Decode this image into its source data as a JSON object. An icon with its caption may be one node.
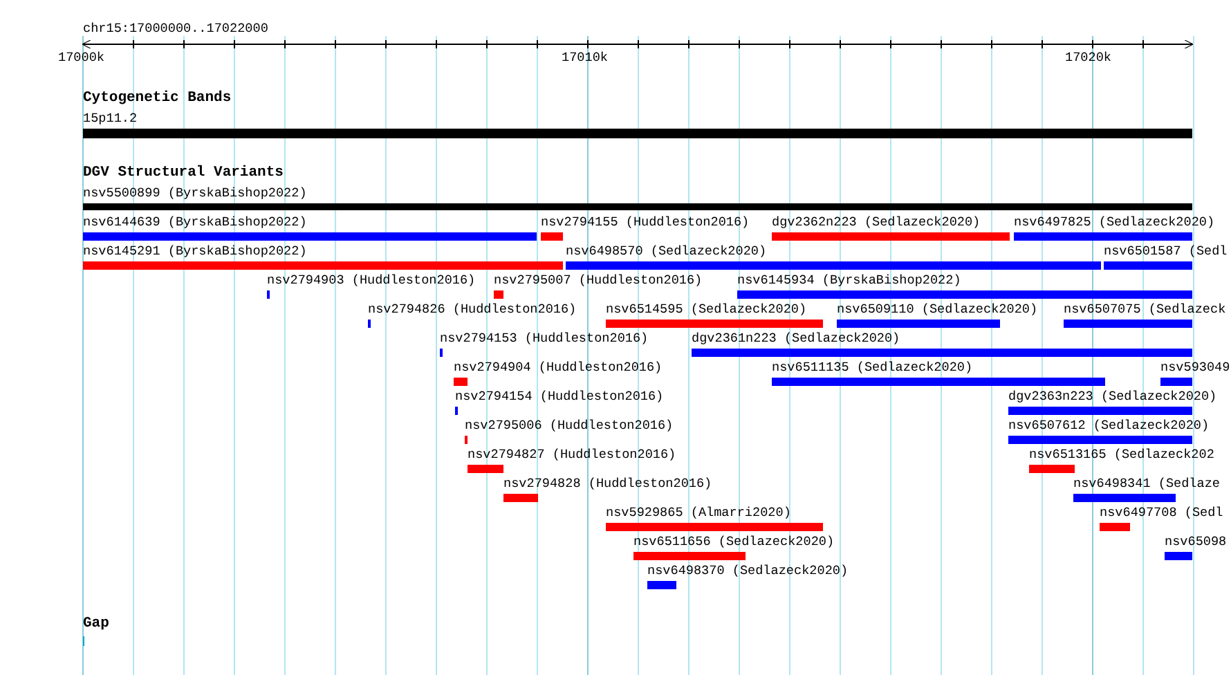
{
  "diagram": {
    "nodes": [
      {
        "text": [
          "Cytogenetic Bands"
        ]
      },
      {
        "text": [
          "15p11.2"
        ],
        "in": 0
      },
      {
        "text": [
          "DGV Structural Variants"
        ]
      },
      {
        "text": [
          "nsv5500899 (ByrskaBishop2022)"
        ],
        "in": 2
      },
      {
        "text": [
          "nsv6144639 (ByrskaBishop2022)"
        ],
        "in": 2
      },
      {
        "text": [
          "nsv2794155 (Huddleston2016)"
        ],
        "in": 2
      },
      {
        "text": [
          "dgv2362n223 (Sedlazeck2020)"
        ],
        "in": 2
      },
      {
        "text": [
          "nsv6497825 (Sedlazeck2020)"
        ],
        "in": 2
      },
      {
        "text": [
          "nsv6145291 (ByrskaBishop2022)"
        ],
        "in": 2
      },
      {
        "text": [
          "nsv6498570 (Sedlazeck2020)"
        ],
        "in": 2
      },
      {
        "text": [
          "nsv6501587 (Sedl"
        ],
        "in": 2
      },
      {
        "text": [
          "nsv2794903 (Huddleston2016)"
        ],
        "in": 2
      },
      {
        "text": [
          "nsv2795007 (Huddleston2016)"
        ],
        "in": 2
      },
      {
        "text": [
          "nsv6145934 (ByrskaBishop2022)"
        ],
        "in": 2
      },
      {
        "text": [
          "nsv2794826 (Huddleston2016)"
        ],
        "in": 2
      },
      {
        "text": [
          "nsv6514595 (Sedlazeck2020)"
        ],
        "in": 2
      },
      {
        "text": [
          "nsv6509110 (Sedlazeck2020)"
        ],
        "in": 2
      },
      {
        "text": [
          "nsv6507075 (Sedlazeck"
        ],
        "in": 2
      },
      {
        "text": [
          "nsv2794153 (Huddleston2016)"
        ],
        "in": 2
      },
      {
        "text": [
          "dgv2361n223 (Sedlazeck2020)"
        ],
        "in": 2
      },
      {
        "text": [
          "nsv2794904 (Huddleston2016)"
        ],
        "in": 2
      },
      {
        "text": [
          "nsv6511135 (Sedlazeck2020)"
        ],
        "in": 2
      },
      {
        "text": [
          "nsv593049"
        ],
        "in": 2
      },
      {
        "text": [
          "nsv2794154 (Huddleston2016)"
        ],
        "in": 2
      },
      {
        "text": [
          "dgv2363n223 (Sedlazeck2020)"
        ],
        "in": 2
      },
      {
        "text": [
          "nsv2795006 (Huddleston2016)"
        ],
        "in": 2
      },
      {
        "text": [
          "nsv6507612 (Sedlazeck2020)"
        ],
        "in": 2
      },
      {
        "text": [
          "nsv2794827 (Huddleston2016)"
        ],
        "in": 2
      },
      {
        "text": [
          "nsv6513165 (Sedlazeck202"
        ],
        "in": 2
      },
      {
        "text": [
          "nsv2794828 (Huddleston2016)"
        ],
        "in": 2
      },
      {
        "text": [
          "nsv6498341 (Sedlaze"
        ],
        "in": 2
      },
      {
        "text": [
          "nsv5929865 (Almarri2020)"
        ],
        "in": 2
      },
      {
        "text": [
          "nsv6497708 (Sedl"
        ],
        "in": 2
      },
      {
        "text": [
          "nsv6511656 (Sedlazeck2020)"
        ],
        "in": 2
      },
      {
        "text": [
          "nsv65098"
        ],
        "in": 2
      },
      {
        "text": [
          "nsv6498370 (Sedlazeck2020)"
        ],
        "in": 2
      },
      {
        "text": [
          "Gap"
        ]
      }
    ],
    "edges": [],
    "labels": [
      "chr15:17000000..17022000",
      "17000k",
      "17010k",
      "17020k"
    ]
  }
}
